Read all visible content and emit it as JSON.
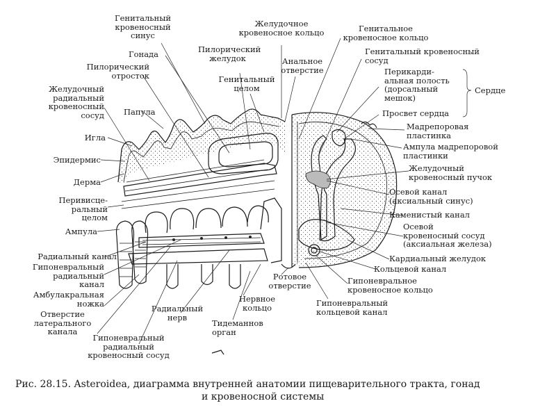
{
  "labels": {
    "genital_sinus": "Генитальный\nкровеносный\nсинус",
    "gonad": "Гонада",
    "pyloric_process": "Пилорический\nотросток",
    "stomach_radial_vessel": "Желудочный\nрадиальный\nкровеносный\nсосуд",
    "papula": "Папула",
    "needle": "Игла",
    "epidermis": "Эпидермис",
    "dermis": "Дерма",
    "perivisceral_coelom": "Перивисце-\nральный\nцелом",
    "ampulla": "Ампула",
    "radial_canal": "Радиальный канал",
    "hyponeural_radial_canal": "Гипоневральный\nрадиальный\nканал",
    "ambulacral_foot": "Амбулакральная\nножка",
    "lateral_canal_opening": "Отверстие\nлатерального\nканала",
    "hyponeural_radial_vessel": "Гипоневральный\nрадиальный\nкровеносный сосуд",
    "radial_nerve": "Радиальный\nнерв",
    "nerve_ring": "Нервное\nкольцо",
    "tiedemann_organ": "Тидеманнов\nорган",
    "pyloric_stomach": "Пилорический\nжелудок",
    "genital_coelom": "Генитальный\nцелом",
    "stomach_blood_ring": "Желудочное\nкровеносное кольцо",
    "anal_opening": "Анальное\nотверстие",
    "genital_blood_ring": "Генитальное\nкровеносное кольцо",
    "genital_blood_vessel": "Генитальный кровеносный\nсосуд",
    "pericardial_cavity": "Перикарди-\nальная полость\n(дорсальный\nмешок)",
    "heart": "Сердце",
    "heart_lumen": "Просвет сердца",
    "madreporite": "Мадрепоровая\nпластинка",
    "madreporite_ampulla": "Ампула мадрепоровой\nпластинки",
    "gastric_blood_tuft": "Желудочный\nкровеносный пучок",
    "axial_canal": "Осевой канал\n(аксиальный синус)",
    "stone_canal": "Каменистый канал",
    "axial_blood_vessel": "Осевой\nкровеносный сосуд\n(аксиальная железа)",
    "cardiac_stomach": "Кардиальный желудок",
    "ring_canal": "Кольцевой канал",
    "hyponeural_blood_ring": "Гипоневральное\nкровеносное кольцо",
    "hyponeural_ring_canal": "Гипоневральный\nкольцевой канал",
    "mouth_opening": "Ротовое\nотверстие"
  },
  "caption": {
    "line1": "Рис. 28.15. Asteroidea, диаграмма внутренней анатомии пищеварительного тракта, гонад",
    "line2": "и кровеносной системы"
  },
  "colors": {
    "ink": "#1a1a1a",
    "background": "#ffffff",
    "shade": "#bbbbbb"
  }
}
